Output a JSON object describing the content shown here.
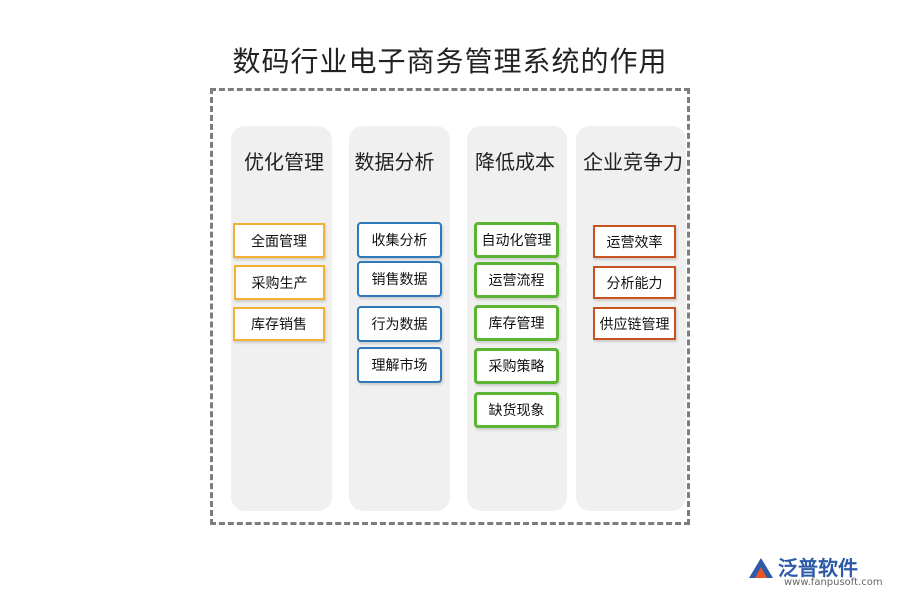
{
  "title": "数码行业电子商务管理系统的作用",
  "columns": [
    {
      "title": "优化管理",
      "items": [
        "全面管理",
        "采购生产",
        "库存销售"
      ]
    },
    {
      "title": "数据分析",
      "items": [
        "收集分析",
        "销售数据",
        "行为数据",
        "理解市场"
      ]
    },
    {
      "title": "降低成本",
      "items": [
        "自动化管理",
        "运营流程",
        "库存管理",
        "采购策略",
        "缺货现象"
      ]
    },
    {
      "title": "企业竞争力",
      "items": [
        "运营效率",
        "分析能力",
        "供应链管理"
      ]
    }
  ],
  "logo": {
    "name": "泛普软件",
    "url": "www.fanpusoft.com"
  },
  "colors": {
    "optimize": "#f2b134",
    "data": "#2e79b9",
    "cost": "#5cb532",
    "compete": "#c9531f"
  }
}
